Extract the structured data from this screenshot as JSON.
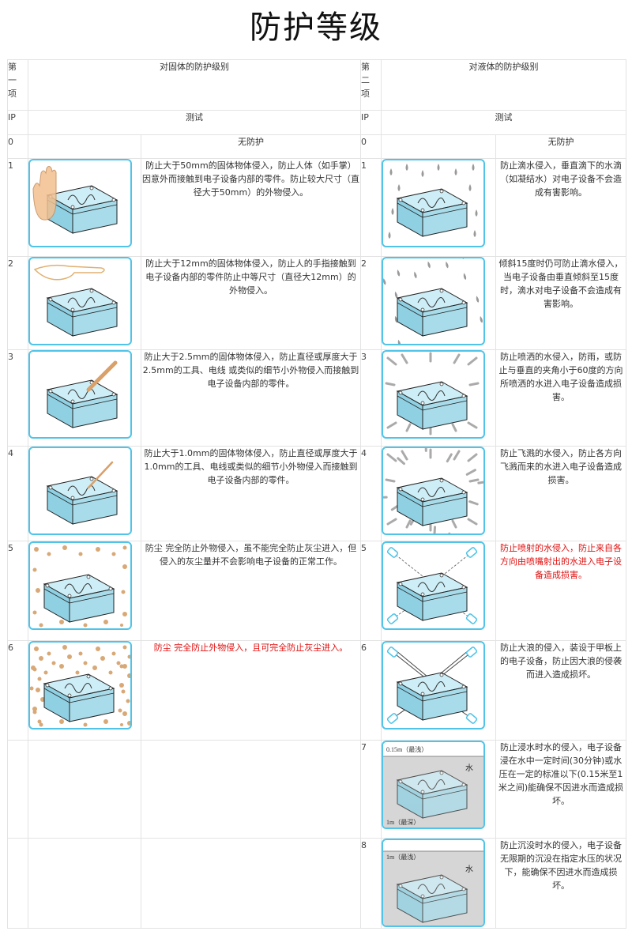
{
  "title": "防护等级",
  "header": {
    "first_item": "第一项",
    "second_item": "第二项",
    "solid_title": "对固体的防护级别",
    "liquid_title": "对液体的防护级别",
    "ip_label": "IP",
    "test_label": "测试"
  },
  "rows": [
    {
      "solid_num": "0",
      "solid_desc": "无防护",
      "liquid_num": "0",
      "liquid_desc": "无防护"
    },
    {
      "solid_num": "1",
      "solid_desc": "防止大于50mm的固体物体侵入，防止人体（如手掌）因意外而接触到电子设备内部的零件。防止较大尺寸（直径大于50mm）的外物侵入。",
      "liquid_num": "1",
      "liquid_desc": "防止滴水侵入，垂直滴下的水滴（如凝结水）对电子设备不会造成有害影响。"
    },
    {
      "solid_num": "2",
      "solid_desc": "防止大于12mm的固体物体侵入，防止人的手指接触到电子设备内部的零件防止中等尺寸（直径大12mm）的外物侵入。",
      "liquid_num": "2",
      "liquid_desc": "倾斜15度时仍可防止滴水侵入，当电子设备由垂直倾斜至15度时，滴水对电子设备不会造成有害影响。"
    },
    {
      "solid_num": "3",
      "solid_desc": "防止大于2.5mm的固体物体侵入，防止直径或厚度大于2.5mm的工具、电线 或类似的细节小外物侵入而接触到电子设备内部的零件。",
      "liquid_num": "3",
      "liquid_desc": "防止喷洒的水侵入，防雨，或防止与垂直的夹角小于60度的方向所喷洒的水进入电子设备造成损害。"
    },
    {
      "solid_num": "4",
      "solid_desc": "防止大于1.0mm的固体物体侵入，防止直径或厚度大于1.0mm的工具、电线或类似的细节小外物侵入而接触到电子设备内部的零件。",
      "liquid_num": "4",
      "liquid_desc": "防止飞溅的水侵入，防止各方向飞溅而来的水进入电子设备造成损害。"
    },
    {
      "solid_num": "5",
      "solid_desc": "防尘 完全防止外物侵入，虽不能完全防止灰尘进入，但侵入的灰尘量并不会影响电子设备的正常工作。",
      "liquid_num": "5",
      "liquid_desc": "防止喷射的水侵入，防止来自各方向由喷嘴射出的水进入电子设备造成损害。"
    },
    {
      "solid_num": "6",
      "solid_desc": "防尘 完全防止外物侵入，且可完全防止灰尘进入。",
      "liquid_num": "6",
      "liquid_desc": "防止大浪的侵入，装设于甲板上的电子设备，防止因大浪的侵袭而进入造成损坏。"
    },
    {
      "solid_num": "",
      "solid_desc": "",
      "liquid_num": "7",
      "liquid_desc": "防止浸水时水的侵入，电子设备浸在水中一定时间(30分钟)或水压在一定的标准以下(0.15米至1米之间)能确保不因进水而造成损坏。"
    },
    {
      "solid_num": "",
      "solid_desc": "",
      "liquid_num": "8",
      "liquid_desc": "防止沉没时水的侵入，电子设备无限期的沉没在指定水压的状况下，能确保不因进水而造成损坏。"
    }
  ],
  "illustrations": {
    "ip7": {
      "top_label": "0.15m（最浅）",
      "water_label": "水",
      "bottom_label": "1m（最深）"
    },
    "ip8": {
      "top_label": "1m（最浅）",
      "water_label": "水"
    }
  },
  "colors": {
    "frame": "#4fc4e8",
    "box": "#a9dcea",
    "highlight_text": "#e01010",
    "dust": "#d8a877"
  }
}
